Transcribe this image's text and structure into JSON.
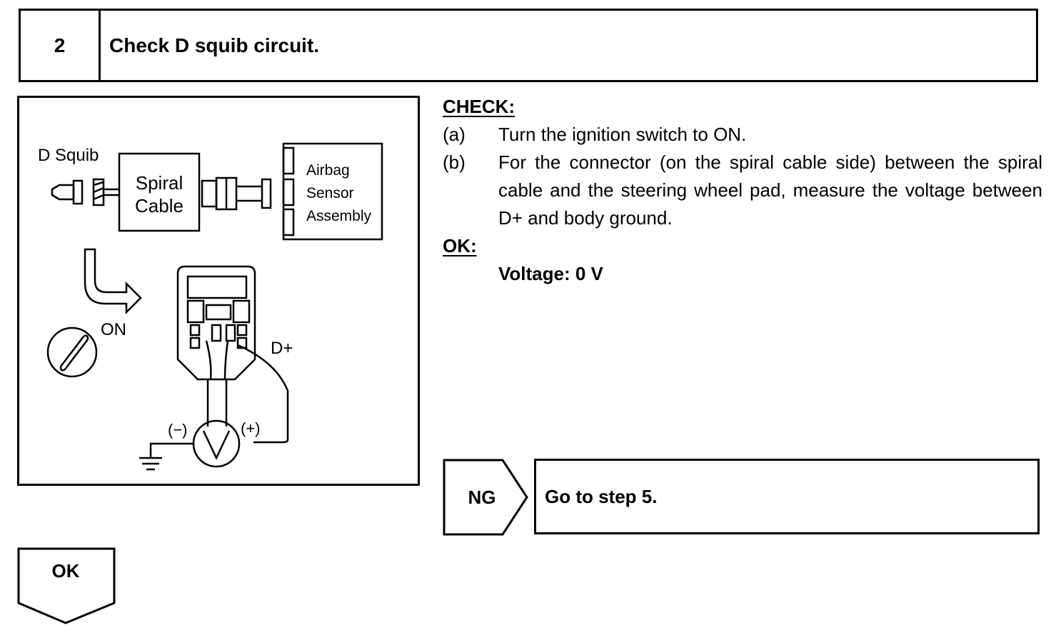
{
  "step": {
    "number": "2",
    "title": "Check D squib circuit."
  },
  "figure": {
    "labels": {
      "d_squib": "D Squib",
      "spiral_line1": "Spiral",
      "spiral_line2": "Cable",
      "airbag_line1": "Airbag",
      "airbag_line2": "Sensor",
      "airbag_line3": "Assembly",
      "on": "ON",
      "d_plus": "D+",
      "minus": "(−)",
      "plus": "(+)",
      "meter": "V"
    }
  },
  "check": {
    "heading": "CHECK:",
    "items": [
      {
        "label": "(a)",
        "text": "Turn the ignition switch to ON."
      },
      {
        "label": "(b)",
        "text": "For the connector (on the spiral cable side) between the spiral cable and the steering wheel pad, measure the volt­age between D+ and body ground."
      }
    ],
    "ok_heading": "OK:",
    "ok_value": "Voltage: 0 V"
  },
  "ng": {
    "label": "NG",
    "action": "Go to step 5."
  },
  "ok_arrow": {
    "label": "OK"
  }
}
